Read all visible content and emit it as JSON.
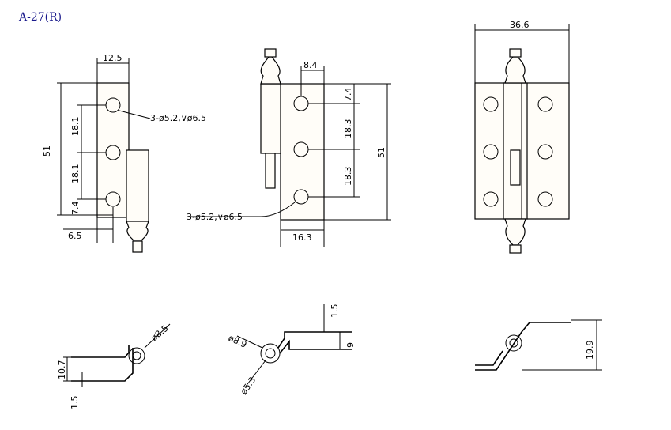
{
  "title": "A-27(R)",
  "side_view": {
    "width_top": "12.5",
    "pitch_1": "18.1",
    "pitch_2": "18.1",
    "height": "51",
    "edge_bottom": "7.4",
    "edge_left": "6.5",
    "hole_note": "3-ø5.2,∨ø6.5"
  },
  "front_view": {
    "hole_offset": "8.4",
    "edge_top": "7.4",
    "pitch_1": "18.3",
    "pitch_2": "18.3",
    "height": "51",
    "leaf_width": "16.3",
    "hole_note": "3-ø5.2,∨ø6.5"
  },
  "assembled_view": {
    "overall_width": "36.6"
  },
  "sections": {
    "a_pin_dia": "ø8.5",
    "a_height": "10.7",
    "a_thickness": "1.5",
    "b_pin_dia": "ø8.9",
    "b_outer_dia": "ø5.3",
    "b_thickness": "1.5",
    "b_offset": "9",
    "c_height": "19.9"
  }
}
